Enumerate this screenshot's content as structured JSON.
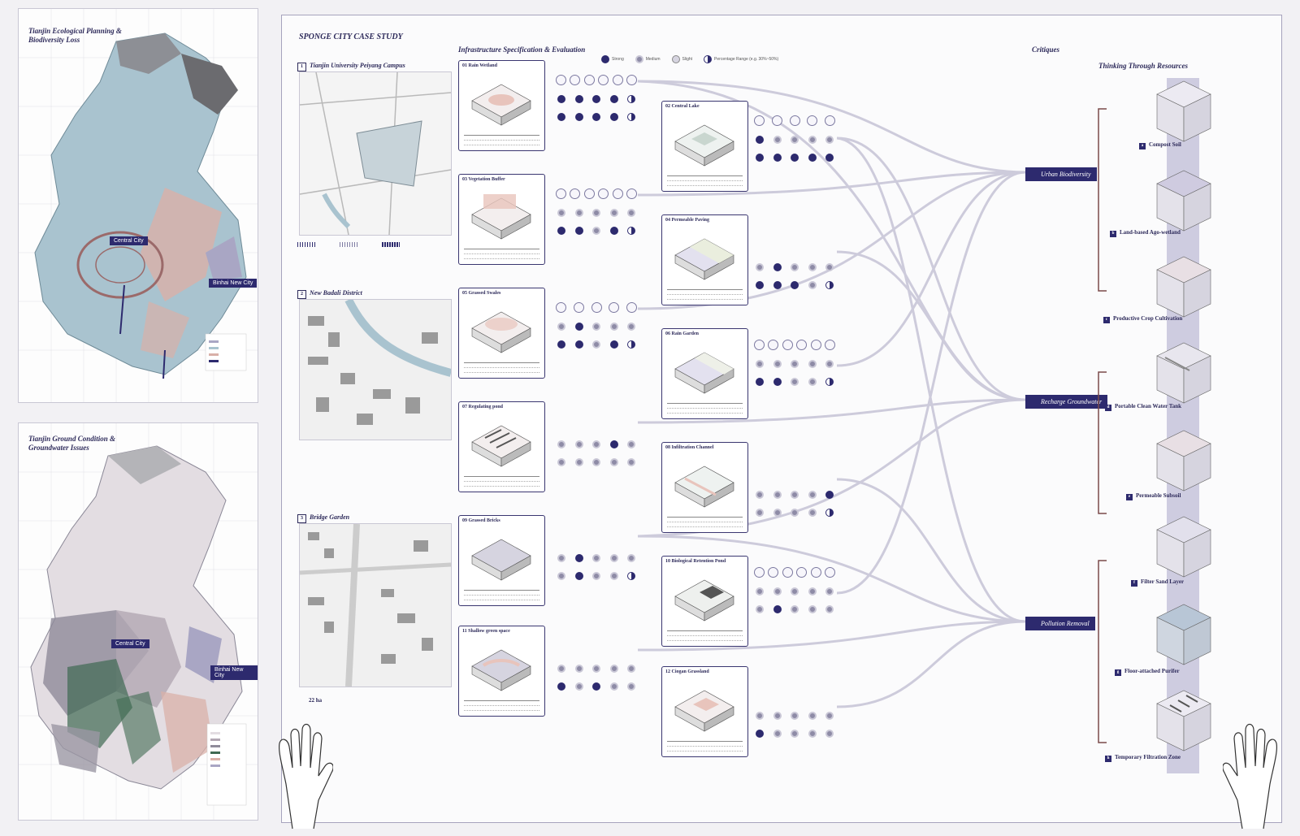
{
  "left_maps": {
    "top_title": "Tianjin Ecological Planning &\nBiodiversity Loss",
    "bottom_title": "Tianjin Ground Condition &\nGroundwater Issues",
    "central_city": "Central City",
    "binhai": "Binhai New City"
  },
  "main": {
    "title": "SPONGE CITY CASE STUDY",
    "infra_heading": "Infrastructure Specification & Evaluation",
    "critiques_heading": "Critiques",
    "resources_heading": "Thinking Through Resources",
    "scale_label": "22 ha"
  },
  "legend": [
    "Strong",
    "Medium",
    "Slight",
    "Percentage Range (e.g. 30%~50%)"
  ],
  "sites": [
    {
      "num": "1",
      "label": "Tianjin University Peiyang Campus"
    },
    {
      "num": "2",
      "label": "New Badali District"
    },
    {
      "num": "3",
      "label": "Bridge Garden"
    }
  ],
  "cards": [
    {
      "title": "01 Rain Wetland"
    },
    {
      "title": "03 Vegetation Buffer"
    },
    {
      "title": "05 Grassed Swales"
    },
    {
      "title": "07 Regulating pond"
    },
    {
      "title": "09 Grassed Bricks"
    },
    {
      "title": "11 Shallow green space"
    },
    {
      "title": "02 Central Lake"
    },
    {
      "title": "04 Permeable Paving"
    },
    {
      "title": "06 Rain Garden"
    },
    {
      "title": "08 Infiltration Channel"
    },
    {
      "title": "10 Biological Retention Pond"
    },
    {
      "title": "12 Ciogan Grassland"
    }
  ],
  "targets": [
    "Urban Biodiversity",
    "Recharge Groundwater",
    "Pollution Removal"
  ],
  "resources": [
    {
      "letter": "a",
      "label": "Compost Soil"
    },
    {
      "letter": "b",
      "label": "Land-based Ago-wetland"
    },
    {
      "letter": "c",
      "label": "Productive Crop Cultivation"
    },
    {
      "letter": "d",
      "label": "Portable Clean Water Tank"
    },
    {
      "letter": "e",
      "label": "Permeable Subsoil"
    },
    {
      "letter": "f",
      "label": "Filter Sand Layer"
    },
    {
      "letter": "g",
      "label": "Floor-attached Purifer"
    },
    {
      "letter": "h",
      "label": "Temporary Filtration Zone"
    }
  ],
  "colors": {
    "navy": "#2d2a6e",
    "lavender": "#a9a6c4",
    "pink": "#d9b0a8",
    "blue": "#8fb0c0",
    "green": "#3f6a52"
  }
}
